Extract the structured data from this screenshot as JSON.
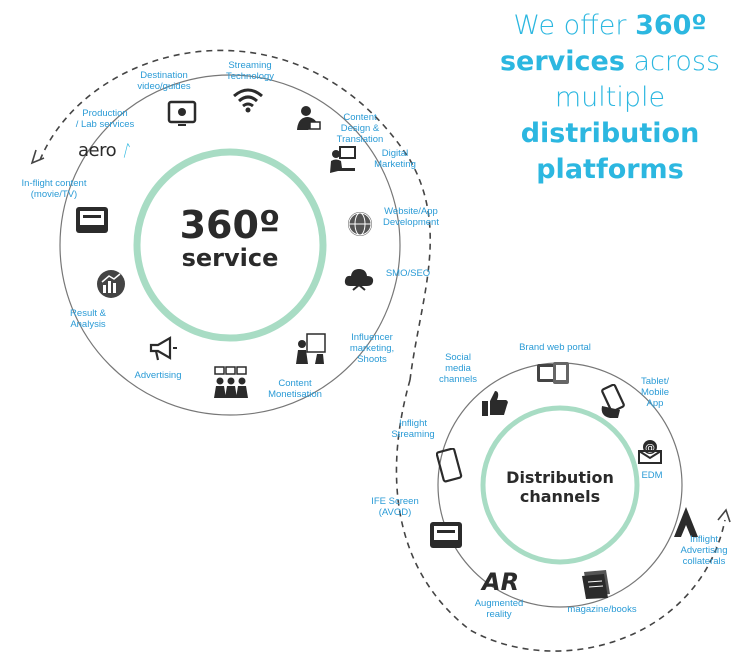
{
  "headline": {
    "w1": "We offer ",
    "w2": "360º",
    "w3": "services",
    "w4": " across multiple",
    "w5": "distribution platforms"
  },
  "service": {
    "line1": "360º",
    "line2": "service",
    "items": [
      "Streaming\nTechnology",
      "Content\nDesign &\nTranslation",
      "Digital\nMarketing",
      "Website/App\nDevelopment",
      "SMO/SEO",
      "Influencer\nmarketing,\nShoots",
      "Content\nMonetisation",
      "Advertising",
      "Result &\nAnalysis",
      "In-flight content\n(movie/TV)",
      "Production\n/ Lab services",
      "Destination\nvideo/guides"
    ],
    "logo_text": "aero"
  },
  "distribution": {
    "line1": "Distribution",
    "line2": "channels",
    "items": [
      "Brand web portal",
      "Tablet/\nMobile\nApp",
      "EDM",
      "Inflight\nAdvertising\ncollaterals",
      "magazine/books",
      "Augmented\nreality",
      "IFE Screen\n(AVOD)",
      "Inflight\nStreaming",
      "Social\nmedia\nchannels"
    ]
  },
  "colors": {
    "accent": "#2cb7e0",
    "label": "#2a9bd6",
    "ring": "#a8dcc4",
    "icon": "#2b2b2b"
  }
}
